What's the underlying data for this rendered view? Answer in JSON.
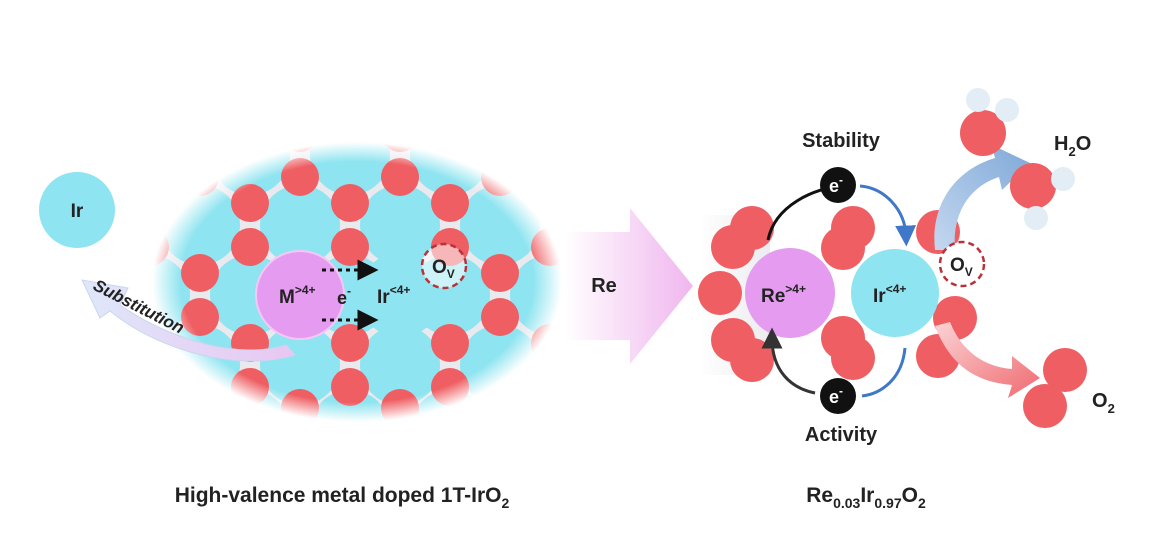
{
  "colors": {
    "ir": "#8ee4f0",
    "oxygen": "#ee5e62",
    "dopant": "#e59bf0",
    "vacancy_ring": "#b8323a",
    "electron": "#111111",
    "arrow_pink": "#f0b6ee",
    "arrow_blue": "#7fa9d8",
    "arrow_red": "#f06a70",
    "text": "#222222"
  },
  "left_panel": {
    "ir_atom": "Ir",
    "substitution": "Substitution",
    "dopant": {
      "base": "M",
      "sup": ">4+"
    },
    "electron": {
      "base": "e",
      "sup": "-"
    },
    "iridium": {
      "base": "Ir",
      "sup": "<4+"
    },
    "vacancy": {
      "base": "O",
      "sub": "V"
    },
    "caption": {
      "text": "High-valence metal doped 1T-IrO",
      "sub": "2"
    }
  },
  "arrow": {
    "label": "Re"
  },
  "right_panel": {
    "stability": "Stability",
    "activity": "Activity",
    "electron_top": {
      "base": "e",
      "sup": "-"
    },
    "electron_bottom": {
      "base": "e",
      "sup": "-"
    },
    "rhenium": {
      "base": "Re",
      "sup": ">4+"
    },
    "iridium": {
      "base": "Ir",
      "sup": "<4+"
    },
    "vacancy": {
      "base": "O",
      "sub": "V"
    },
    "water": {
      "base": "H",
      "sub": "2",
      "tail": "O"
    },
    "oxygen": {
      "base": "O",
      "sub": "2"
    },
    "caption": {
      "re": "Re",
      "re_sub": "0.03",
      "ir": "Ir",
      "ir_sub": "0.97",
      "o": "O",
      "o_sub": "2"
    }
  }
}
